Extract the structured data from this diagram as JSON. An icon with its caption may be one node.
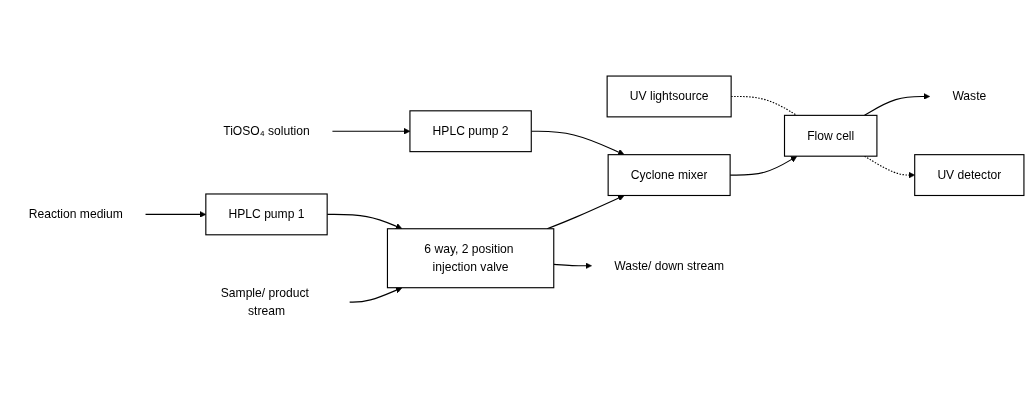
{
  "diagram": {
    "nodes": [
      {
        "text": [
          "Reaction medium"
        ]
      },
      {
        "text": [
          "HPLC pump 1"
        ]
      },
      {
        "text": [
          "TiOSO₄ solution"
        ]
      },
      {
        "text": [
          "HPLC pump 2"
        ]
      },
      {
        "text": [
          "UV lightsource"
        ]
      },
      {
        "text": [
          "Sample/ product stream"
        ]
      },
      {
        "text": [
          "6 way, 2 position injection valve"
        ]
      },
      {
        "text": [
          "Cyclone mixer"
        ]
      },
      {
        "text": [
          "Flow cell"
        ]
      },
      {
        "text": [
          "Waste"
        ]
      },
      {
        "text": [
          "Waste/ down stream"
        ]
      },
      {
        "text": [
          "UV detector"
        ]
      }
    ],
    "edges": [
      {
        "from": 0,
        "to": 1,
        "arrow": "to"
      },
      {
        "from": 1,
        "to": 6,
        "arrow": "to"
      },
      {
        "from": 2,
        "to": 3,
        "arrow": "to"
      },
      {
        "from": 3,
        "to": 7,
        "arrow": "to"
      },
      {
        "from": 4,
        "to": 8,
        "arrow": "none",
        "style": "dashed"
      },
      {
        "from": 5,
        "to": 6,
        "arrow": "to"
      },
      {
        "from": 6,
        "to": 7,
        "arrow": "to"
      },
      {
        "from": 7,
        "to": 8,
        "arrow": "to"
      },
      {
        "from": 8,
        "to": 9,
        "arrow": "to"
      },
      {
        "from": 6,
        "to": 10,
        "arrow": "to"
      },
      {
        "from": 8,
        "to": 11,
        "arrow": "to",
        "style": "dashed"
      }
    ]
  }
}
